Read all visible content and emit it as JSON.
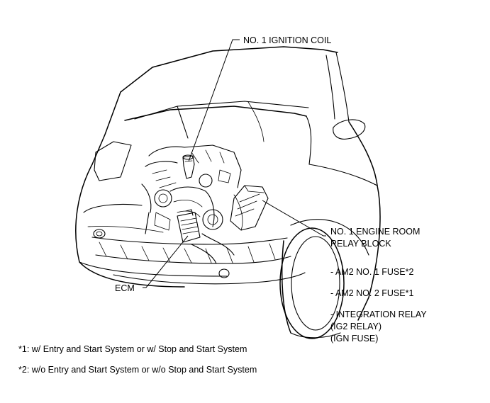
{
  "labels": {
    "ignition_coil": "NO. 1 IGNITION COIL",
    "relay_block_line1": "NO. 1 ENGINE ROOM",
    "relay_block_line2": "RELAY BLOCK",
    "ecm": "ECM"
  },
  "relay_block_contents": [
    "- AM2 NO. 1 FUSE*2",
    "- AM2 NO. 2 FUSE*1",
    "- INTEGRATION RELAY",
    "(IG2 RELAY)",
    "(IGN FUSE)"
  ],
  "footnotes": [
    "*1: w/ Entry and Start System or w/ Stop and Start System",
    "*2: w/o Entry and Start System or w/o Stop and Start System"
  ]
}
